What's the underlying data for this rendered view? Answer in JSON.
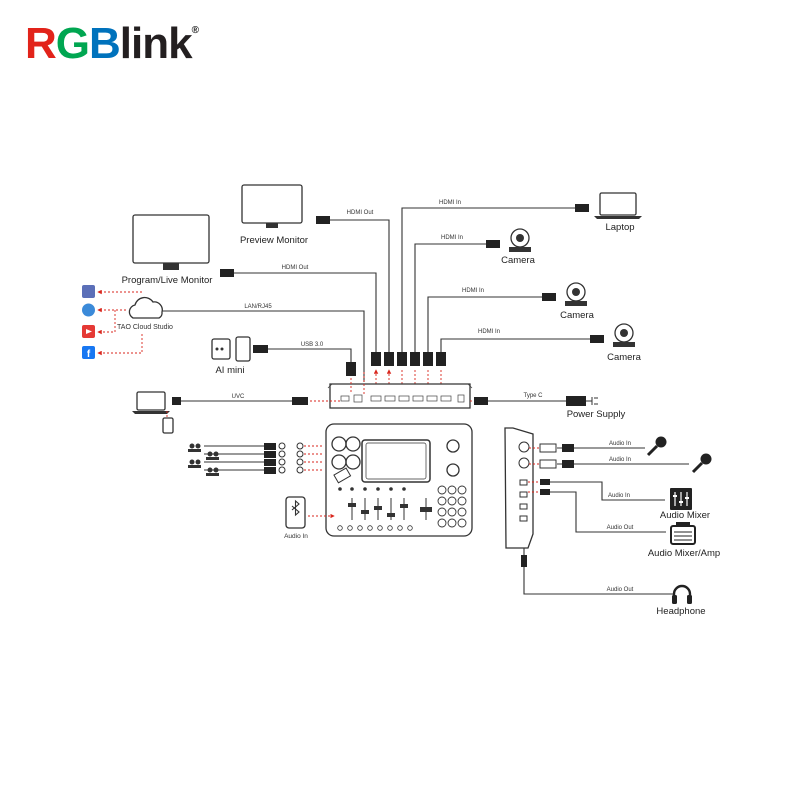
{
  "brand": {
    "R": "R",
    "G": "G",
    "B": "B",
    "rest": "link",
    "registered": "®",
    "colors": {
      "R": "#e2231a",
      "G": "#00a651",
      "B": "#0072bc",
      "rest": "#231f20"
    }
  },
  "devices": {
    "preview_monitor": "Preview Monitor",
    "program_monitor": "Program/Live Monitor",
    "tao_cloud": "TAO Cloud Studio",
    "ai_mini": "AI mini",
    "laptop": "Laptop",
    "camera_1": "Camera",
    "camera_2": "Camera",
    "camera_3": "Camera",
    "power_supply": "Power Supply",
    "mic_1_cable": "Audio In",
    "audio_mixer": "Audio Mixer",
    "audio_mixer_amp": "Audio Mixer/Amp",
    "headphone": "Headphone",
    "bluetooth_audio_in": "Audio In"
  },
  "cables": {
    "hdmi_out_preview": "HDMI Out",
    "hdmi_out_program": "HDMI Out",
    "hdmi_in_laptop": "HDMI In",
    "hdmi_in_camera1": "HDMI In",
    "hdmi_in_camera2": "HDMI In",
    "hdmi_in_camera3": "HDMI In",
    "lan": "LAN/RJ45",
    "usb": "USB 3.0",
    "uvc": "UVC",
    "type_c": "Type C",
    "audio_in_mic1": "Audio In",
    "audio_in_mic2": "Audio In",
    "audio_in_mixer": "Audio In",
    "audio_out_amp": "Audio Out",
    "audio_out_headphone": "Audio Out"
  }
}
